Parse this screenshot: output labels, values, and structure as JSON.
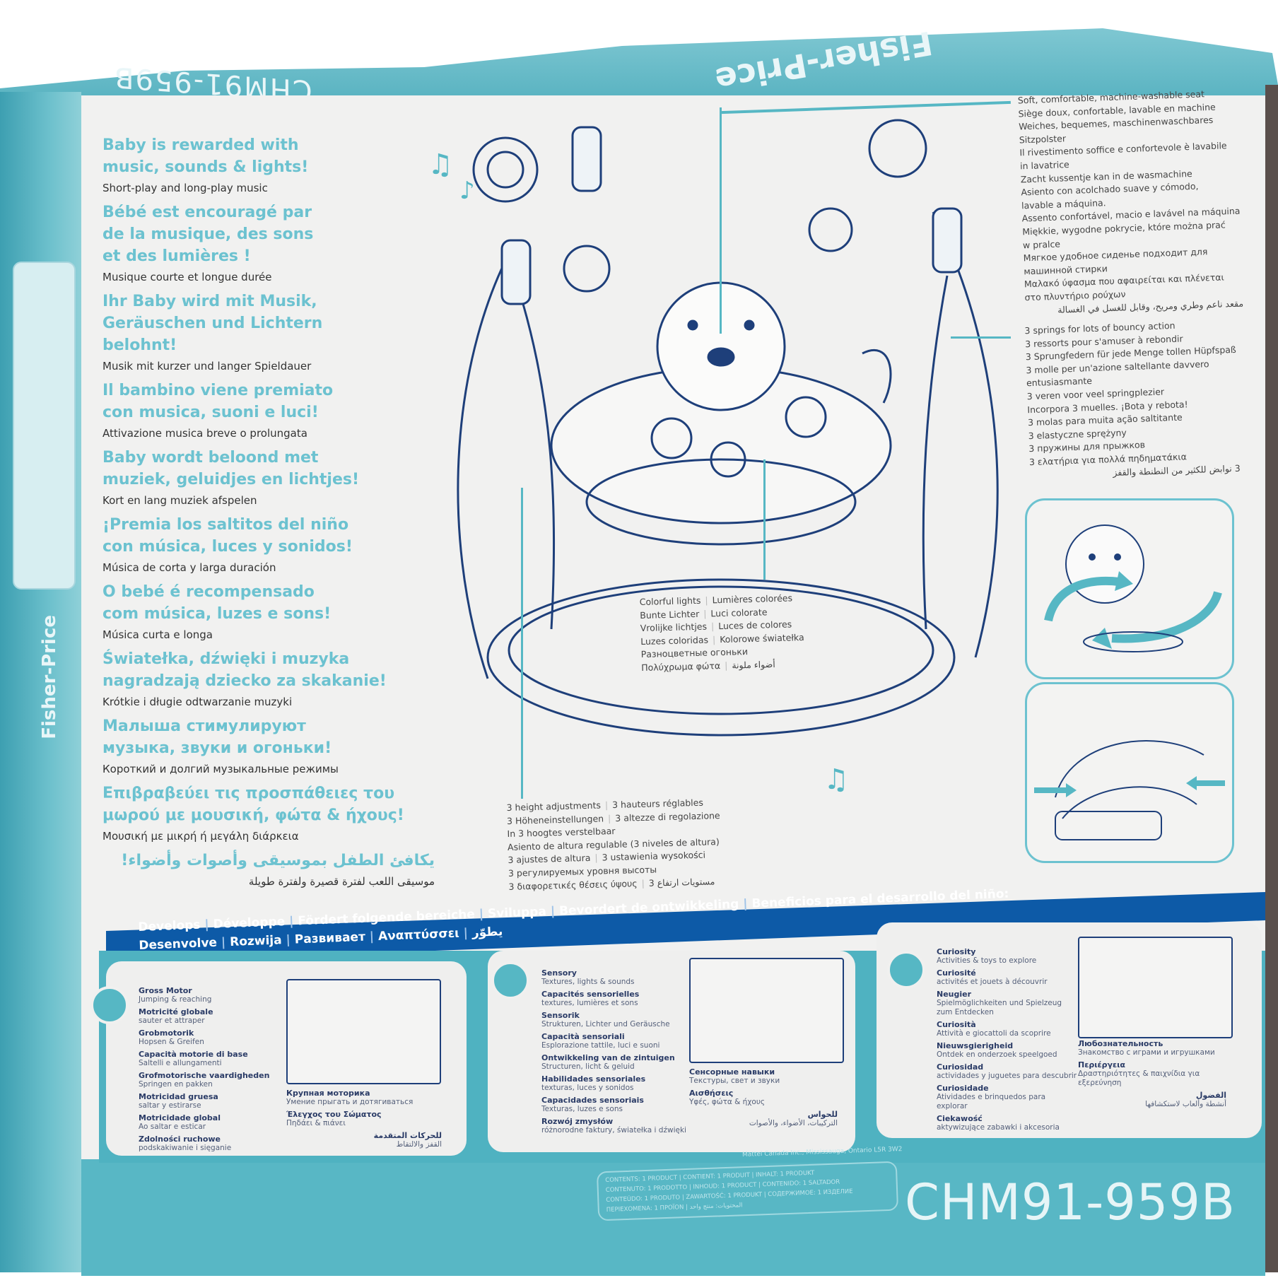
{
  "package": {
    "brand": "Fisher-Price",
    "model_code": "CHM91-959B",
    "colors": {
      "teal": "#56b7c4",
      "headline_teal": "#6cc2d0",
      "navy": "#0d5aa7",
      "ink": "#1e3f7a"
    }
  },
  "music_feature": {
    "blocks": [
      {
        "headline": [
          "Baby is rewarded with",
          "music, sounds & lights!"
        ],
        "sub": "Short-play and long-play music"
      },
      {
        "headline": [
          "Bébé est encouragé par",
          "de la musique, des sons",
          "et des lumières !"
        ],
        "sub": "Musique courte et longue durée"
      },
      {
        "headline": [
          "Ihr Baby wird mit Musik,",
          "Geräuschen und Lichtern",
          "belohnt!"
        ],
        "sub": "Musik mit kurzer und langer Spieldauer"
      },
      {
        "headline": [
          "Il bambino viene premiato",
          "con musica, suoni e luci!"
        ],
        "sub": "Attivazione musica breve o prolungata"
      },
      {
        "headline": [
          "Baby wordt beloond met",
          "muziek, geluidjes en lichtjes!"
        ],
        "sub": "Kort en lang muziek afspelen"
      },
      {
        "headline": [
          "¡Premia los saltitos del niño",
          "con música, luces y sonidos!"
        ],
        "sub": "Música de corta y larga duración"
      },
      {
        "headline": [
          "O bebé é recompensado",
          "com música, luzes e sons!"
        ],
        "sub": "Música curta e longa"
      },
      {
        "headline": [
          "Światełka, dźwięki i muzyka",
          "nagradzają dziecko za skakanie!"
        ],
        "sub": "Krótkie i długie odtwarzanie muzyki"
      },
      {
        "headline": [
          "Малыша стимулируют",
          "музыка, звуки и огоньки!"
        ],
        "sub": "Короткий и долгий музыкальные режимы"
      },
      {
        "headline": [
          "Επιβραβεύει τις προσπάθειες του",
          "μωρού με μουσική, φώτα & ήχους!"
        ],
        "sub": "Μουσική με μικρή ή μεγάλη διάρκεια"
      },
      {
        "headline": [
          "يكافئ الطفل بموسيقى وأصوات وأضواء!"
        ],
        "sub": "موسيقى اللعب لفترة قصيرة ولفترة طويلة",
        "rtl": true
      }
    ]
  },
  "seat_feature": {
    "lines": [
      "Soft, comfortable, machine-washable seat",
      "Siège doux, confortable, lavable en machine",
      "Weiches, bequemes, maschinenwaschbares",
      "Sitzpolster",
      "Il rivestimento soffice e confortevole è lavabile",
      "in lavatrice",
      "Zacht kussentje kan in de wasmachine",
      "Asiento con acolchado suave y cómodo,",
      "lavable a máquina.",
      "Assento confortável, macio e lavável na máquina",
      "Miękkie, wygodne pokrycie, które można prać",
      "w pralce",
      "Мягкое удобное сиденье подходит для",
      "машинной стирки",
      "Μαλακό ύφασμα που αφαιρείται και πλένεται",
      "στο πλυντήριο ρούχων",
      "مقعد ناعم وطري ومريح، وقابل للغسل في الغسالة"
    ]
  },
  "springs_feature": {
    "lines": [
      "3 springs for lots of bouncy action",
      "3 ressorts pour s'amuser à rebondir",
      "3 Sprungfedern für jede Menge tollen Hüpfspaß",
      "3 molle per un'azione saltellante davvero",
      "entusiasmante",
      "3 veren voor veel springplezier",
      "Incorpora 3 muelles. ¡Bota y rebota!",
      "3 molas para muita ação saltitante",
      "3 elastyczne sprężyny",
      "3 пружины для прыжков",
      "3 ελατήρια για πολλά πηδηματάκια",
      "3 نوابض للكثير من النطنطة والقفز"
    ]
  },
  "lights_feature": {
    "rows": [
      [
        "Colorful lights",
        "Lumières colorées"
      ],
      [
        "Bunte Lichter",
        "Luci colorate"
      ],
      [
        "Vrolijke lichtjes",
        "Luces de colores"
      ],
      [
        "Luzes coloridas",
        "Kolorowe światełka"
      ],
      [
        "Разноцветные огоньки"
      ],
      [
        "Πολύχρωμα φώτα",
        "أضواء ملونة"
      ]
    ]
  },
  "height_feature": {
    "rows": [
      [
        "3 height adjustments",
        "3 hauteurs réglables"
      ],
      [
        "3 Höheneinstellungen",
        "3 altezze di regolazione"
      ],
      [
        "In 3 hoogtes verstelbaar"
      ],
      [
        "Asiento de altura regulable (3 niveles de altura)"
      ],
      [
        "3 ajustes de altura",
        "3 ustawienia wysokości"
      ],
      [
        "3 регулируемых уровня высоты"
      ],
      [
        "3 διαφορετικές θέσεις ύψους",
        "3 مستويات ارتفاع"
      ]
    ]
  },
  "develops_band": {
    "line1": [
      "Develops",
      "Développe",
      "Fördert folgende bereiche",
      "Sviluppa",
      "Bevordert de ontwikkeling",
      "Beneficios para el desarrollo del niño:"
    ],
    "line2": [
      "Desenvolve",
      "Rozwija",
      "Развивает",
      "Αναπτύσσει",
      "يطوّر"
    ]
  },
  "benefits": [
    {
      "icon": "gross-motor-icon",
      "items": [
        {
          "title": "Gross Motor",
          "desc": "Jumping & reaching"
        },
        {
          "title": "Motricité globale",
          "desc": "sauter et attraper"
        },
        {
          "title": "Grobmotorik",
          "desc": "Hopsen & Greifen"
        },
        {
          "title": "Capacità motorie di base",
          "desc": "Saltelli e allungamenti"
        },
        {
          "title": "Grofmotorische vaardigheden",
          "desc": "Springen en pakken"
        },
        {
          "title": "Motricidad gruesa",
          "desc": "saltar y estirarse"
        },
        {
          "title": "Motricidade global",
          "desc": "Ao saltar e esticar"
        },
        {
          "title": "Zdolności ruchowe",
          "desc": "podskakiwanie i sięganie"
        }
      ],
      "extra": [
        {
          "title": "Крупная моторика",
          "desc": "Умение прыгать и дотягиваться"
        },
        {
          "title": "Έλεγχος του Σώματος",
          "desc": "Πηδάει & πιάνει"
        },
        {
          "title": "للحركات المتقدمة",
          "desc": "القفز والالتقاط",
          "rtl": true
        }
      ]
    },
    {
      "icon": "sensory-icon",
      "items": [
        {
          "title": "Sensory",
          "desc": "Textures, lights & sounds"
        },
        {
          "title": "Capacités sensorielles",
          "desc": "textures, lumières et sons"
        },
        {
          "title": "Sensorik",
          "desc": "Strukturen, Lichter und Geräusche"
        },
        {
          "title": "Capacità sensoriali",
          "desc": "Esplorazione tattile, luci e suoni"
        },
        {
          "title": "Ontwikkeling van de zintuigen",
          "desc": "Structuren, licht & geluid"
        },
        {
          "title": "Habilidades sensoriales",
          "desc": "texturas, luces y sonidos"
        },
        {
          "title": "Capacidades sensoriais",
          "desc": "Texturas, luzes e sons"
        },
        {
          "title": "Rozwój zmysłów",
          "desc": "różnorodne faktury, światełka i dźwięki"
        }
      ],
      "extra": [
        {
          "title": "Сенсорные навыки",
          "desc": "Текстуры, свет и звуки"
        },
        {
          "title": "Αισθήσεις",
          "desc": "Υφές, φώτα & ήχους"
        },
        {
          "title": "للحواس",
          "desc": "التركيبات، الأضواء، والأصوات",
          "rtl": true
        }
      ]
    },
    {
      "icon": "curiosity-icon",
      "items": [
        {
          "title": "Curiosity",
          "desc": "Activities & toys to explore"
        },
        {
          "title": "Curiosité",
          "desc": "activités et jouets à découvrir"
        },
        {
          "title": "Neugier",
          "desc": "Spielmöglichkeiten und Spielzeug zum Entdecken"
        },
        {
          "title": "Curiosità",
          "desc": "Attività e giocattoli da scoprire"
        },
        {
          "title": "Nieuwsgierigheid",
          "desc": "Ontdek en onderzoek speelgoed"
        },
        {
          "title": "Curiosidad",
          "desc": "actividades y juguetes para descubrir"
        },
        {
          "title": "Curiosidade",
          "desc": "Atividades e brinquedos para explorar"
        },
        {
          "title": "Ciekawość",
          "desc": "aktywizujące zabawki i akcesoria"
        }
      ],
      "extra": [
        {
          "title": "Любознательность",
          "desc": "Знакомство с играми и игрушками"
        },
        {
          "title": "Περιέργεια",
          "desc": "Δραστηριότητες & παιχνίδια για εξερεύνηση"
        },
        {
          "title": "الفضول",
          "desc": "أنشطة وألعاب لاستكشافها",
          "rtl": true
        }
      ]
    }
  ],
  "footer": {
    "importer": "Mattel Canada Inc., Mississauga, Ontario L5R 3W2",
    "contents": [
      "CONTENTS: 1 PRODUCT | CONTIENT: 1 PRODUIT | INHALT: 1 PRODUKT",
      "CONTENUTO: 1 PRODOTTO | INHOUD: 1 PRODUCT | CONTENIDO: 1 SALTADOR",
      "CONTEÚDO: 1 PRODUTO | ZAWARTOŚĆ: 1 PRODUKT | СОДЕРЖИМОЕ: 1 ИЗДЕЛИЕ",
      "ΠΕΡΙΕΧΟΜΕΝΑ: 1 ΠΡΟΪΟΝ | المحتويات: منتج واحد"
    ],
    "model_code": "CHM91-959B"
  },
  "top_flap": {
    "model_code": "CHM91-959B",
    "brand": "Fisher-Price"
  },
  "left_side": {
    "brand": "Fisher-Price"
  }
}
